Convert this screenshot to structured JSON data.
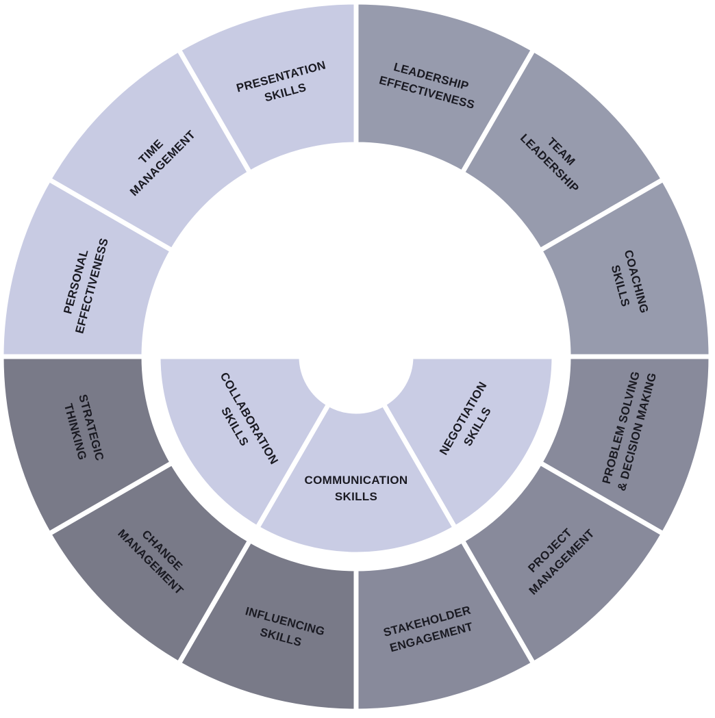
{
  "title": "Skills wheel",
  "colors": {
    "personal": "#c8cbe3",
    "leadership": "#979bad",
    "delivery": "#888a9b",
    "strategy": "#797a88",
    "inner": "#c9cce4"
  },
  "outer_ring": [
    {
      "label": [
        "LEADERSHIP",
        "EFFECTIVENESS"
      ],
      "group": "leadership"
    },
    {
      "label": [
        "TEAM",
        "LEADERSHIP"
      ],
      "group": "leadership"
    },
    {
      "label": [
        "COACHING",
        "SKILLS"
      ],
      "group": "leadership"
    },
    {
      "label": [
        "PROBLEM SOLVING",
        "& DECISION MAKING"
      ],
      "group": "delivery"
    },
    {
      "label": [
        "PROJECT",
        "MANAGEMENT"
      ],
      "group": "delivery"
    },
    {
      "label": [
        "STAKEHOLDER",
        "ENGAGEMENT"
      ],
      "group": "delivery"
    },
    {
      "label": [
        "INFLUENCING",
        "SKILLS"
      ],
      "group": "strategy"
    },
    {
      "label": [
        "CHANGE",
        "MANAGEMENT"
      ],
      "group": "strategy"
    },
    {
      "label": [
        "STRATEGIC",
        "THINKING"
      ],
      "group": "strategy"
    },
    {
      "label": [
        "PERSONAL",
        "EFFECTIVENESS"
      ],
      "group": "personal"
    },
    {
      "label": [
        "TIME",
        "MANAGEMENT"
      ],
      "group": "personal"
    },
    {
      "label": [
        "PRESENTATION",
        "SKILLS"
      ],
      "group": "personal"
    }
  ],
  "inner_ring": [
    {
      "label": [
        "NEGOTIATION",
        "SKILLS"
      ]
    },
    {
      "label": [
        "COMMUNICATION",
        "SKILLS"
      ]
    },
    {
      "label": [
        "COLLABORATION",
        "SKILLS"
      ]
    }
  ]
}
